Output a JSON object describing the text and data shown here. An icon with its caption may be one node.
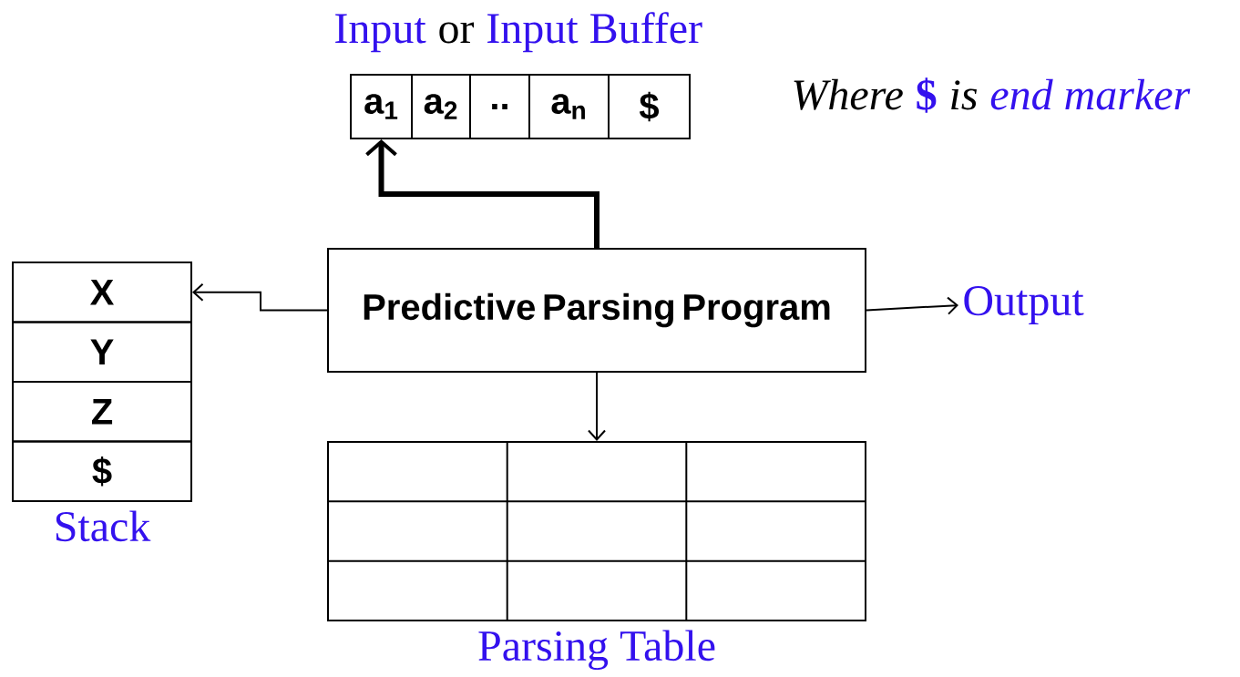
{
  "diagram": {
    "nodes": [
      {
        "text": [
          "Input",
          "or",
          "Input Buffer"
        ]
      },
      {
        "text": [
          "a$_{1}$"
        ],
        "in": 0
      },
      {
        "text": [
          "a$_{2}$"
        ],
        "in": 0
      },
      {
        "text": [
          ".."
        ],
        "in": 0
      },
      {
        "text": [
          "a$_{n}$"
        ],
        "in": 0
      },
      {
        "text": [
          "$"
        ],
        "in": 0
      },
      {
        "text": [
          "Predictive Parsing Program"
        ]
      },
      {
        "text": [],
        "shape": "box",
        "beside": [
          "Stack"
        ]
      },
      {
        "text": [
          "X"
        ],
        "in": 7
      },
      {
        "text": [
          "Y"
        ],
        "in": 7
      },
      {
        "text": [
          "Z"
        ],
        "in": 7
      },
      {
        "text": [
          "$"
        ],
        "in": 7
      },
      {
        "text": [
          "Output"
        ]
      },
      {
        "text": [],
        "shape": "box",
        "beside": [
          "Parsing Table"
        ]
      }
    ],
    "edges": [
      {
        "from": 6,
        "to": 1,
        "arrow": "to",
        "style": "thick"
      },
      {
        "from": 6,
        "to": 8,
        "arrow": "to"
      },
      {
        "from": 6,
        "to": 12,
        "arrow": "to"
      },
      {
        "from": 6,
        "to": 13,
        "arrow": "to"
      }
    ],
    "labels": [
      "Where",
      "$",
      "is",
      "end marker"
    ]
  }
}
